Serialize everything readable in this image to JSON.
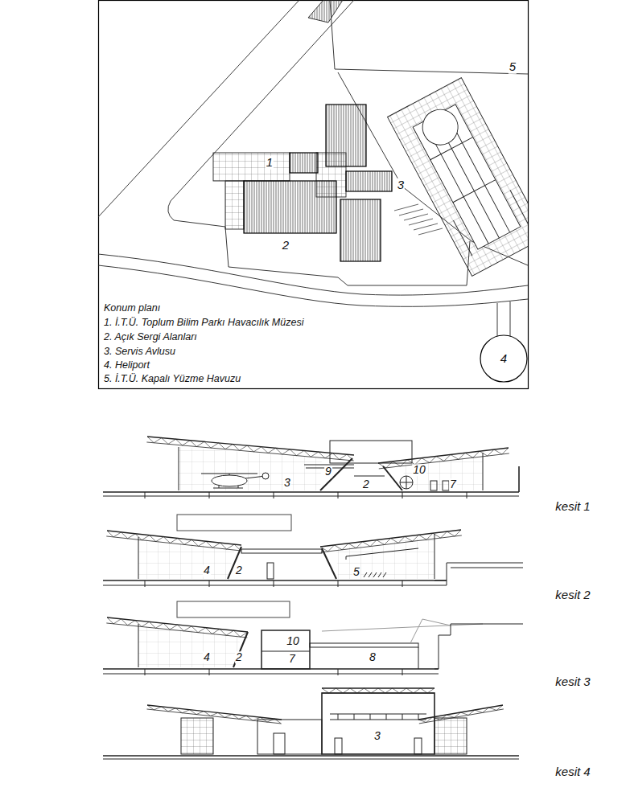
{
  "diagram": {
    "title": "Konum planı",
    "nodes": [
      {
        "text": [
          "4"
        ]
      }
    ],
    "labels": [
      "5",
      "1",
      "3",
      "2",
      "1. İ.T.Ü. Toplum Bilim Parkı Havacılık Müzesi",
      "2. Açık Sergi Alanları",
      "3. Servis Avlusu",
      "4. Heliport",
      "5. İ.T.Ü. Kapalı Yüzme Havuzu",
      "9",
      "10",
      "3",
      "2",
      "7",
      "kesit 1",
      "4",
      "2",
      "5",
      "kesit 2",
      "10",
      "4",
      "2",
      "7",
      "8",
      "kesit 3",
      "3",
      "kesit 4"
    ]
  }
}
